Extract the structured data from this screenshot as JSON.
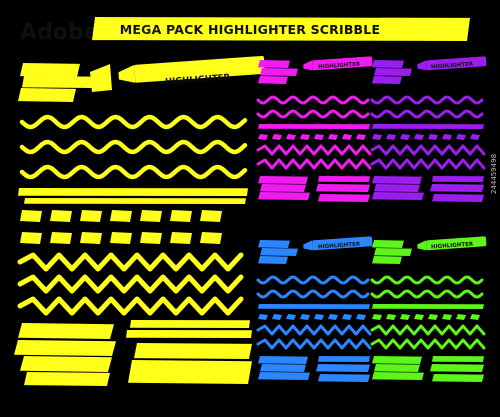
{
  "banner": {
    "title": "MEGA PACK HIGHLIGHTER SCRIBBLE"
  },
  "markers": [
    {
      "id": "yellow",
      "label": "HIGHLIGHTER",
      "color": "#ffff1a"
    },
    {
      "id": "magenta",
      "label": "HIGHLIGHTER",
      "color": "#f21cf2"
    },
    {
      "id": "purple",
      "label": "HIGHLIGHTER",
      "color": "#9b1df0"
    },
    {
      "id": "blue",
      "label": "HIGHLIGHTER",
      "color": "#2b86ff"
    },
    {
      "id": "green",
      "label": "HIGHLIGHTER",
      "color": "#5df51a"
    }
  ],
  "colors": {
    "background": "#000000",
    "banner": "#ffff1a"
  },
  "stock_id": "244459498",
  "watermark": "Adobe Stock"
}
